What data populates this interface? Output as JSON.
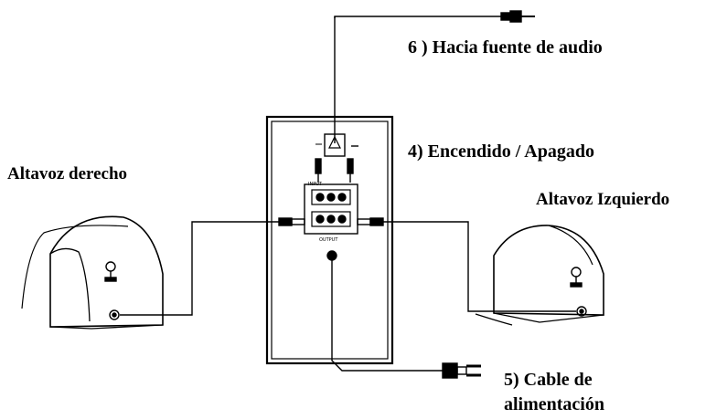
{
  "labels": {
    "audio_source": "6 ) Hacia fuente de audio",
    "power_switch": "4) Encendido / Apagado",
    "right_speaker": "Altavoz derecho",
    "left_speaker": "Altavoz Izquierdo",
    "power_cable_line1": "5) Cable de",
    "power_cable_line2": "alimentación"
  },
  "panel_text": {
    "input": "INPUT",
    "output": "OUTPUT"
  }
}
